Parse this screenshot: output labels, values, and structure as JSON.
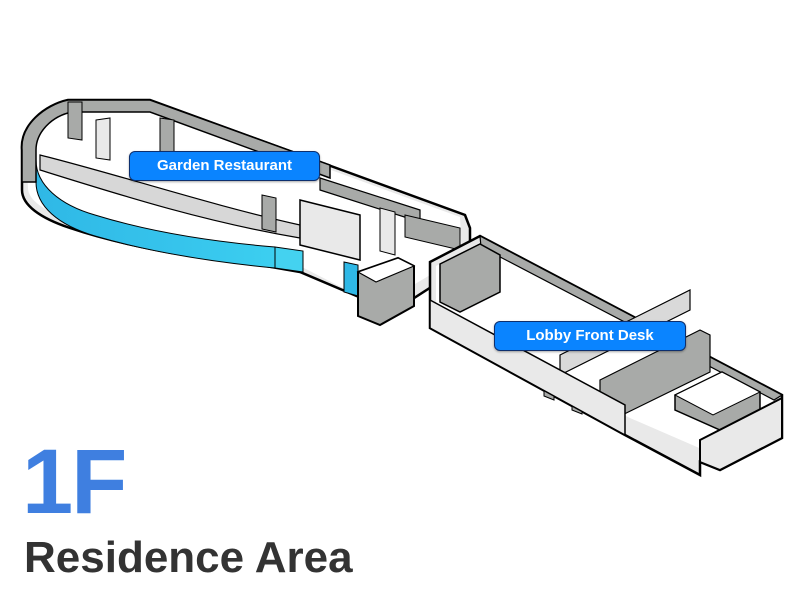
{
  "floor": {
    "number": "1F",
    "area_name": "Residence Area"
  },
  "rooms": [
    {
      "id": "garden-restaurant",
      "label": "Garden Restaurant"
    },
    {
      "id": "lobby-front-desk",
      "label": "Lobby Front Desk"
    }
  ],
  "colors": {
    "floor_number": "#3f7fe0",
    "area_name": "#333333",
    "label_fill": "#0a84ff",
    "label_border": "#0d2f6e",
    "wall_top": "#ffffff",
    "wall_outline": "#000000",
    "floor_fill": "#ffffff",
    "wall_side": "#a8aaa8",
    "wall_front": "#e9e9e9",
    "glass_curtain": "#35c2ea"
  }
}
